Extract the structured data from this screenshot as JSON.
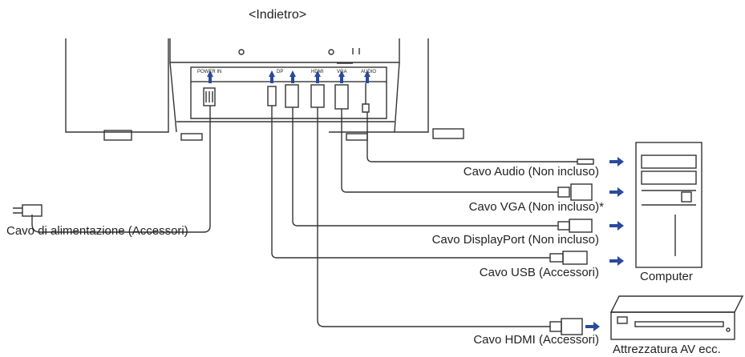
{
  "title": "<Indietro>",
  "labels": {
    "audio": "Cavo Audio (Non incluso)",
    "vga": "Cavo VGA (Non incluso)*",
    "displayport": "Cavo DisplayPort (Non incluso)",
    "usb": "Cavo USB (Accessori)",
    "hdmi": "Cavo HDMI (Accessori)",
    "power": "Cavo di alimentazione (Accessori)",
    "computer": "Computer",
    "av": "Attrezzatura AV ecc."
  },
  "ports": {
    "power": "POWER IN",
    "usb_dp": "DP",
    "hdmi": "HDMI",
    "vga": "VGA",
    "audio": "AUDIO"
  },
  "colors": {
    "line": "#333333",
    "arrow": "#2a4a9a"
  }
}
